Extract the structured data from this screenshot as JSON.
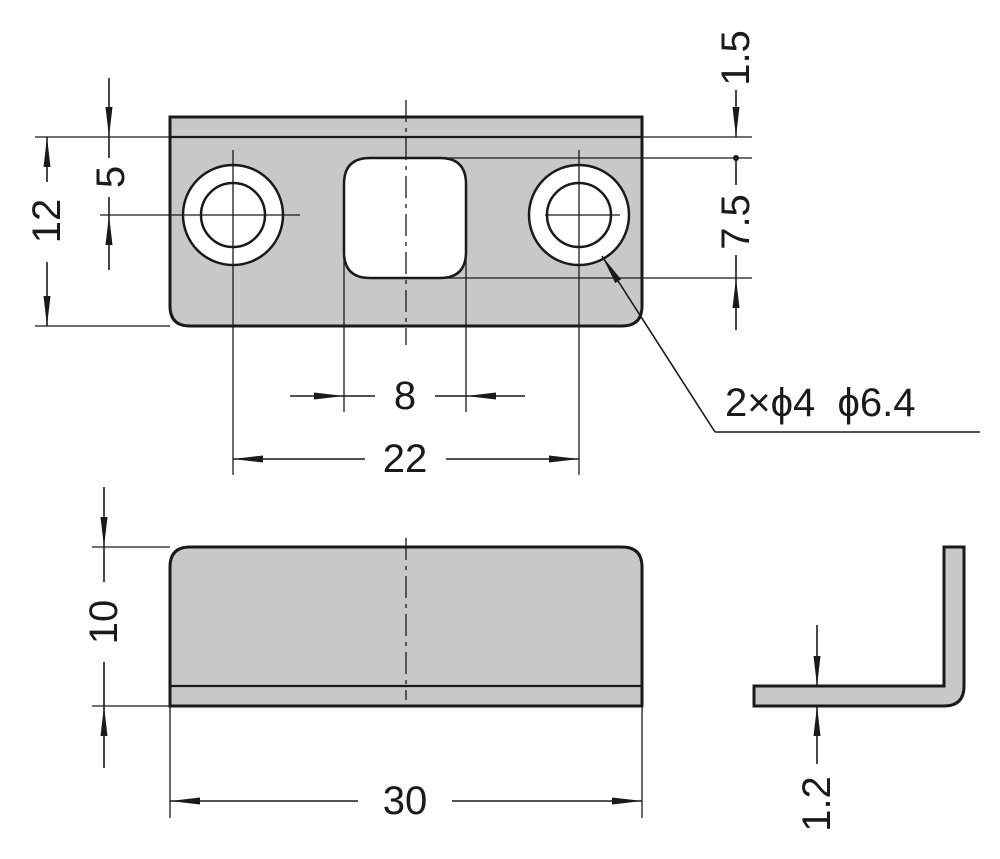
{
  "dimensions": {
    "plate_length": "30",
    "hole_pitch": "22",
    "slot_width": "8",
    "plate_height": "12",
    "hole_offset": "5",
    "slot_height": "7.5",
    "top_offset": "1.5",
    "flange_height": "10",
    "thickness": "1.2",
    "hole_callout": "2×ϕ4  ϕ6.4"
  },
  "colors": {
    "part_fill": "#c8c8c8",
    "line": "#1a1a1a",
    "background": "#ffffff"
  }
}
